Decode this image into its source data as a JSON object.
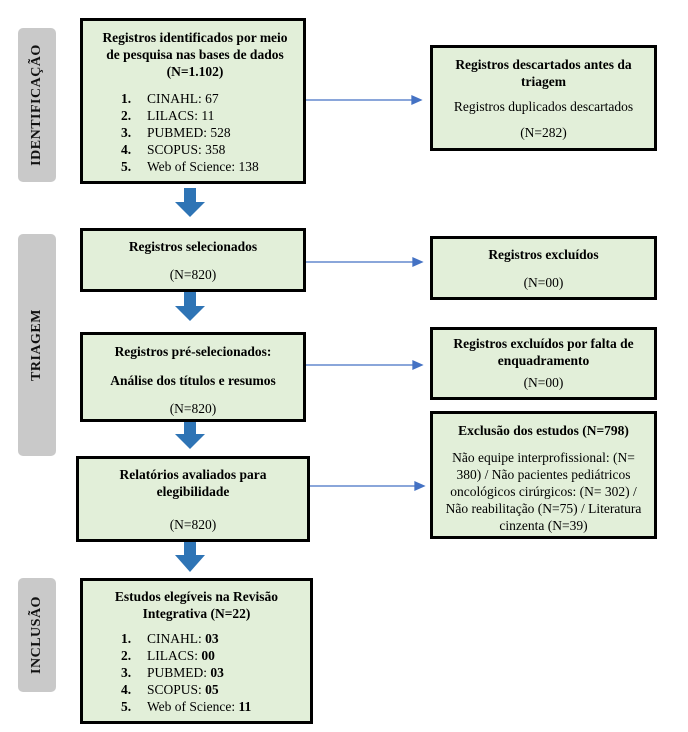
{
  "phases": {
    "identification": "IDENTIFICAÇÃO",
    "screening": "TRIAGEM",
    "inclusion": "INCLUSÃO"
  },
  "identified": {
    "title": "Registros identificados por meio de pesquisa nas bases de dados (N=1.102)",
    "items": [
      {
        "num": "1.",
        "text": "CINAHL: 67"
      },
      {
        "num": "2.",
        "text": "LILACS: 11"
      },
      {
        "num": "3.",
        "text": "PUBMED: 528"
      },
      {
        "num": "4.",
        "text": "SCOPUS: 358"
      },
      {
        "num": "5.",
        "text": "Web of Science: 138"
      }
    ]
  },
  "discarded": {
    "title": "Registros descartados antes da triagem",
    "subtitle": "Registros duplicados descartados",
    "count": "(N=282)"
  },
  "selected": {
    "title": "Registros selecionados",
    "count": "(N=820)"
  },
  "excluded": {
    "title": "Registros excluídos",
    "count": "(N=00)"
  },
  "preselected": {
    "title": "Registros pré-selecionados:",
    "subtitle": "Análise dos títulos e resumos",
    "count": "(N=820)"
  },
  "excluded_framing": {
    "title": "Registros excluídos por falta de enquadramento",
    "count": "(N=00)"
  },
  "study_exclusion": {
    "title": "Exclusão dos estudos (N=798)",
    "body": "Não equipe interprofissional: (N= 380) / Não pacientes pediátricos oncológicos cirúrgicos: (N= 302) / Não reabilitação (N=75) / Literatura cinzenta (N=39)"
  },
  "eligibility": {
    "title": "Relatórios avaliados para elegibilidade",
    "count": "(N=820)"
  },
  "included": {
    "title": "Estudos elegíveis na Revisão Integrativa (N=22)",
    "items": [
      {
        "num": "1.",
        "label": "CINAHL: ",
        "value": "03"
      },
      {
        "num": "2.",
        "label": "LILACS: ",
        "value": "00"
      },
      {
        "num": "3.",
        "label": "PUBMED: ",
        "value": "03"
      },
      {
        "num": "4.",
        "label": "SCOPUS: ",
        "value": "05"
      },
      {
        "num": "5.",
        "label": "Web of Science: ",
        "value": "11"
      }
    ]
  },
  "colors": {
    "box_fill": "#e2efd9",
    "arrow_blue": "#2e74b5",
    "connector_blue": "#4472c4",
    "phase_gray": "#c9c9c9"
  }
}
